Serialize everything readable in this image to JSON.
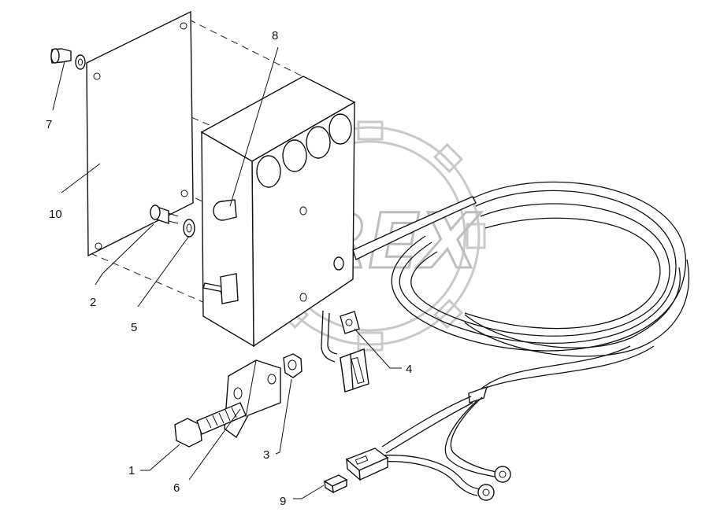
{
  "watermark": {
    "text": "OREX"
  },
  "callouts": [
    {
      "id": "1",
      "label": "1"
    },
    {
      "id": "2",
      "label": "2"
    },
    {
      "id": "3",
      "label": "3"
    },
    {
      "id": "4",
      "label": "4"
    },
    {
      "id": "5",
      "label": "5"
    },
    {
      "id": "6",
      "label": "6"
    },
    {
      "id": "7",
      "label": "7"
    },
    {
      "id": "8",
      "label": "8"
    },
    {
      "id": "9",
      "label": "9"
    },
    {
      "id": "10",
      "label": "10"
    }
  ]
}
